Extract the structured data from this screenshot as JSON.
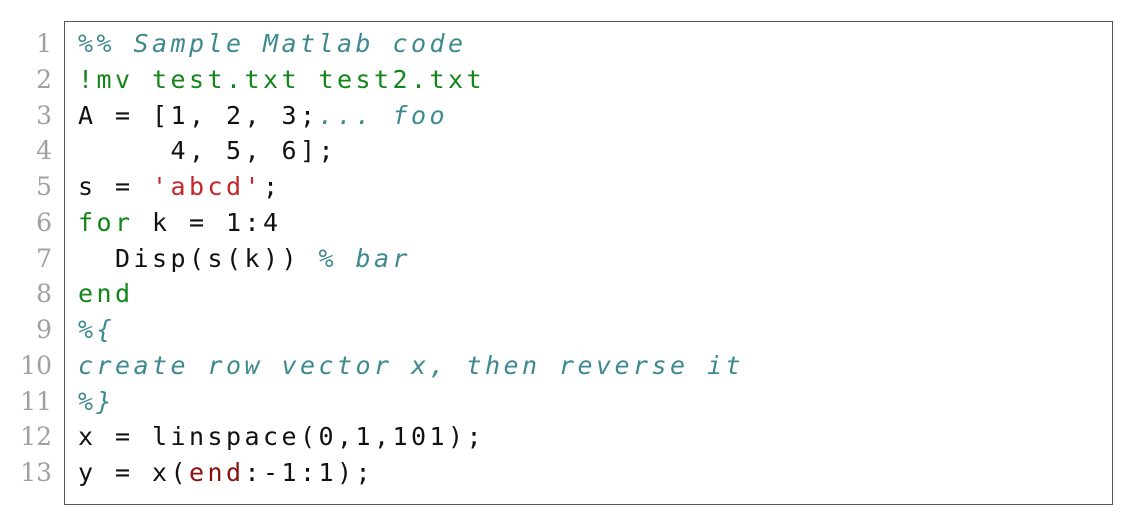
{
  "listing": {
    "language": "Matlab",
    "line_numbers": [
      "1",
      "2",
      "3",
      "4",
      "5",
      "6",
      "7",
      "8",
      "9",
      "10",
      "11",
      "12",
      "13"
    ],
    "colors": {
      "comment": "#3d8a8e",
      "keyword": "#13861a",
      "shell": "#13861a",
      "string": "#c5262c",
      "end_index": "#8a1010",
      "plain": "#111111",
      "line_number": "#a0a0a0",
      "frame": "#555555"
    },
    "lines": [
      {
        "tokens": [
          {
            "t": "%% Sample Matlab code",
            "k": "comment"
          }
        ]
      },
      {
        "tokens": [
          {
            "t": "!mv test.txt test2.txt",
            "k": "shell"
          }
        ]
      },
      {
        "tokens": [
          {
            "t": "A = [1, 2, 3;",
            "k": "plain"
          },
          {
            "t": "... foo",
            "k": "comment"
          }
        ]
      },
      {
        "tokens": [
          {
            "t": "     4, 5, 6];",
            "k": "plain"
          }
        ]
      },
      {
        "tokens": [
          {
            "t": "s = ",
            "k": "plain"
          },
          {
            "t": "'abcd'",
            "k": "string"
          },
          {
            "t": ";",
            "k": "plain"
          }
        ]
      },
      {
        "tokens": [
          {
            "t": "for",
            "k": "keyword"
          },
          {
            "t": " k = 1:4",
            "k": "plain"
          }
        ]
      },
      {
        "tokens": [
          {
            "t": "  Disp(s(k)) ",
            "k": "plain"
          },
          {
            "t": "% bar",
            "k": "comment"
          }
        ]
      },
      {
        "tokens": [
          {
            "t": "end",
            "k": "keyword"
          }
        ]
      },
      {
        "tokens": [
          {
            "t": "%{",
            "k": "comment"
          }
        ]
      },
      {
        "tokens": [
          {
            "t": "create row vector x, then reverse it",
            "k": "comment"
          }
        ]
      },
      {
        "tokens": [
          {
            "t": "%}",
            "k": "comment"
          }
        ]
      },
      {
        "tokens": [
          {
            "t": "x = linspace(0,1,101);",
            "k": "plain"
          }
        ]
      },
      {
        "tokens": [
          {
            "t": "y = x(",
            "k": "plain"
          },
          {
            "t": "end",
            "k": "endkw"
          },
          {
            "t": ":-1:1);",
            "k": "plain"
          }
        ]
      }
    ]
  }
}
